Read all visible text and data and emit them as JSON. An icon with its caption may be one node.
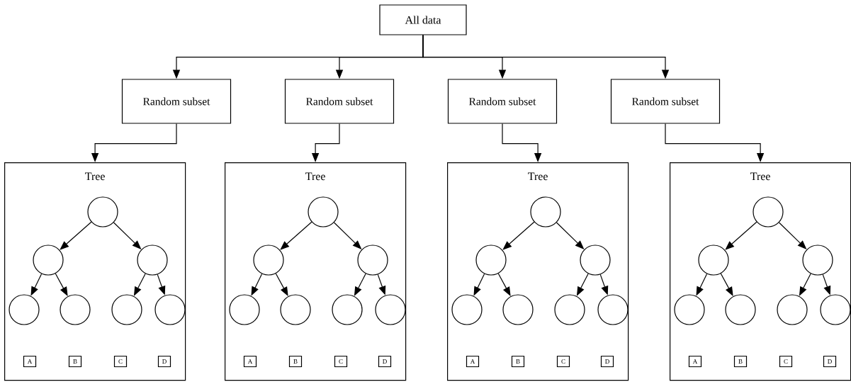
{
  "diagram": {
    "nodes": [
      {
        "text": [
          "All data"
        ]
      },
      {
        "text": [
          "Random subset"
        ]
      },
      {
        "text": [
          "Random subset"
        ]
      },
      {
        "text": [
          "Random subset"
        ]
      },
      {
        "text": [
          "Random subset"
        ]
      },
      {
        "text": [
          "Tree"
        ]
      },
      {
        "text": [],
        "shape": "circle",
        "in": 5
      },
      {
        "text": [],
        "shape": "circle",
        "in": 5
      },
      {
        "text": [],
        "shape": "circle",
        "in": 5
      },
      {
        "text": [],
        "shape": "circle",
        "in": 5
      },
      {
        "text": [],
        "shape": "circle",
        "in": 5
      },
      {
        "text": [],
        "shape": "circle",
        "in": 5
      },
      {
        "text": [],
        "shape": "circle",
        "in": 5
      },
      {
        "text": [
          "A"
        ],
        "in": 5
      },
      {
        "text": [
          "B"
        ],
        "in": 5
      },
      {
        "text": [
          "C"
        ],
        "in": 5
      },
      {
        "text": [
          "D"
        ],
        "in": 5
      },
      {
        "text": [
          "Tree"
        ]
      },
      {
        "text": [],
        "shape": "circle",
        "in": 17
      },
      {
        "text": [],
        "shape": "circle",
        "in": 17
      },
      {
        "text": [],
        "shape": "circle",
        "in": 17
      },
      {
        "text": [],
        "shape": "circle",
        "in": 17
      },
      {
        "text": [],
        "shape": "circle",
        "in": 17
      },
      {
        "text": [],
        "shape": "circle",
        "in": 17
      },
      {
        "text": [],
        "shape": "circle",
        "in": 17
      },
      {
        "text": [
          "A"
        ],
        "in": 17
      },
      {
        "text": [
          "B"
        ],
        "in": 17
      },
      {
        "text": [
          "C"
        ],
        "in": 17
      },
      {
        "text": [
          "D"
        ],
        "in": 17
      },
      {
        "text": [
          "Tree"
        ]
      },
      {
        "text": [],
        "shape": "circle",
        "in": 29
      },
      {
        "text": [],
        "shape": "circle",
        "in": 29
      },
      {
        "text": [],
        "shape": "circle",
        "in": 29
      },
      {
        "text": [],
        "shape": "circle",
        "in": 29
      },
      {
        "text": [],
        "shape": "circle",
        "in": 29
      },
      {
        "text": [],
        "shape": "circle",
        "in": 29
      },
      {
        "text": [],
        "shape": "circle",
        "in": 29
      },
      {
        "text": [
          "A"
        ],
        "in": 29
      },
      {
        "text": [
          "B"
        ],
        "in": 29
      },
      {
        "text": [
          "C"
        ],
        "in": 29
      },
      {
        "text": [
          "D"
        ],
        "in": 29
      },
      {
        "text": [
          "Tree"
        ]
      },
      {
        "text": [],
        "shape": "circle",
        "in": 41
      },
      {
        "text": [],
        "shape": "circle",
        "in": 41
      },
      {
        "text": [],
        "shape": "circle",
        "in": 41
      },
      {
        "text": [],
        "shape": "circle",
        "in": 41
      },
      {
        "text": [],
        "shape": "circle",
        "in": 41
      },
      {
        "text": [],
        "shape": "circle",
        "in": 41
      },
      {
        "text": [],
        "shape": "circle",
        "in": 41
      },
      {
        "text": [
          "A"
        ],
        "in": 41
      },
      {
        "text": [
          "B"
        ],
        "in": 41
      },
      {
        "text": [
          "C"
        ],
        "in": 41
      },
      {
        "text": [
          "D"
        ],
        "in": 41
      }
    ],
    "edges": [
      {
        "from": 0,
        "to": 1,
        "arrow": "to"
      },
      {
        "from": 0,
        "to": 2,
        "arrow": "to"
      },
      {
        "from": 0,
        "to": 3,
        "arrow": "to"
      },
      {
        "from": 0,
        "to": 4,
        "arrow": "to"
      },
      {
        "from": 1,
        "to": 5,
        "arrow": "to"
      },
      {
        "from": 2,
        "to": 17,
        "arrow": "to"
      },
      {
        "from": 3,
        "to": 29,
        "arrow": "to"
      },
      {
        "from": 4,
        "to": 41,
        "arrow": "to"
      },
      {
        "from": 6,
        "to": 7,
        "arrow": "to"
      },
      {
        "from": 6,
        "to": 8,
        "arrow": "to"
      },
      {
        "from": 7,
        "to": 9,
        "arrow": "to"
      },
      {
        "from": 7,
        "to": 10,
        "arrow": "to"
      },
      {
        "from": 8,
        "to": 11,
        "arrow": "to"
      },
      {
        "from": 8,
        "to": 12,
        "arrow": "to"
      },
      {
        "from": 18,
        "to": 19,
        "arrow": "to"
      },
      {
        "from": 18,
        "to": 20,
        "arrow": "to"
      },
      {
        "from": 19,
        "to": 21,
        "arrow": "to"
      },
      {
        "from": 19,
        "to": 22,
        "arrow": "to"
      },
      {
        "from": 20,
        "to": 23,
        "arrow": "to"
      },
      {
        "from": 20,
        "to": 24,
        "arrow": "to"
      },
      {
        "from": 30,
        "to": 31,
        "arrow": "to"
      },
      {
        "from": 30,
        "to": 32,
        "arrow": "to"
      },
      {
        "from": 31,
        "to": 33,
        "arrow": "to"
      },
      {
        "from": 31,
        "to": 34,
        "arrow": "to"
      },
      {
        "from": 32,
        "to": 35,
        "arrow": "to"
      },
      {
        "from": 32,
        "to": 36,
        "arrow": "to"
      },
      {
        "from": 42,
        "to": 43,
        "arrow": "to"
      },
      {
        "from": 42,
        "to": 44,
        "arrow": "to"
      },
      {
        "from": 43,
        "to": 45,
        "arrow": "to"
      },
      {
        "from": 43,
        "to": 46,
        "arrow": "to"
      },
      {
        "from": 44,
        "to": 47,
        "arrow": "to"
      },
      {
        "from": 44,
        "to": 48,
        "arrow": "to"
      }
    ]
  }
}
